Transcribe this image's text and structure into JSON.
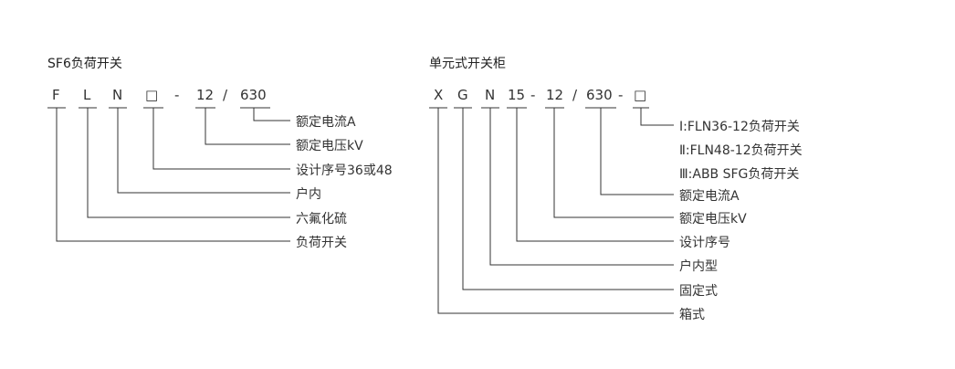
{
  "left": {
    "title": "SF6负荷开关",
    "code": [
      "F",
      "L",
      "N",
      "□",
      "-",
      "12",
      "/",
      "630"
    ],
    "labels": [
      "额定电流A",
      "额定电压kV",
      "设计序号36或48",
      "户内",
      "六氟化硫",
      "负荷开关"
    ]
  },
  "right": {
    "title": "单元式开关柜",
    "code": [
      "X",
      "G",
      "N",
      "15",
      "-",
      "12",
      "/",
      "630",
      "-",
      "□"
    ],
    "labels": [
      "Ⅰ:FLN36-12负荷开关",
      "Ⅱ:FLN48-12负荷开关",
      "Ⅲ:ABB SFG负荷开关",
      "额定电流A",
      "额定电压kV",
      "设计序号",
      "户内型",
      "固定式",
      "箱式"
    ]
  }
}
